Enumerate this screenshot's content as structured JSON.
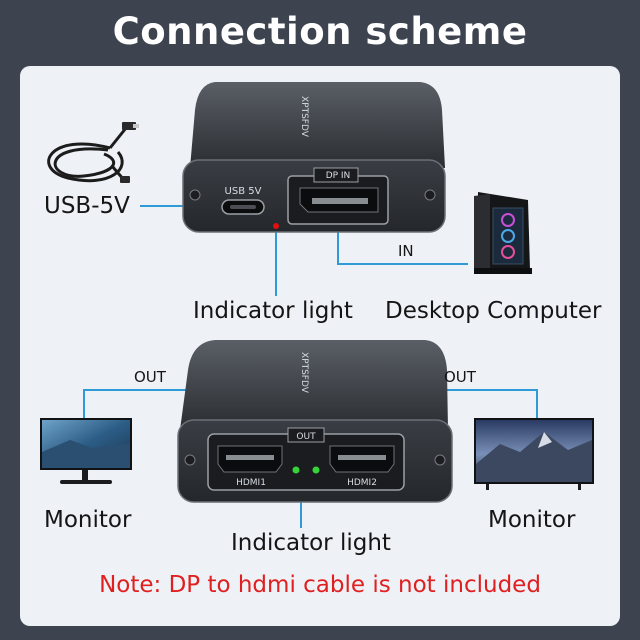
{
  "title": "Connection scheme",
  "top_device": {
    "brand": "XPTSFDV",
    "port_label": "DP IN",
    "power_port_label": "USB 5V"
  },
  "bottom_device": {
    "brand": "XPTSFDV",
    "out_badge": "OUT",
    "port1_label": "HDMI1",
    "port2_label": "HDMI2"
  },
  "labels": {
    "usb": "USB-5V",
    "indicator_top": "Indicator light",
    "desktop": "Desktop Computer",
    "in": "IN",
    "out_left": "OUT",
    "out_right": "OUT",
    "monitor_left": "Monitor",
    "monitor_right": "Monitor",
    "indicator_bottom": "Indicator light"
  },
  "note": "Note: DP to hdmi cable is not included",
  "colors": {
    "background": "#3d4450",
    "panel": "#eef1f6",
    "connector_line": "#2f9bd6",
    "note": "#e02020",
    "indicator_red": "#e01010",
    "indicator_green": "#36d43a"
  }
}
